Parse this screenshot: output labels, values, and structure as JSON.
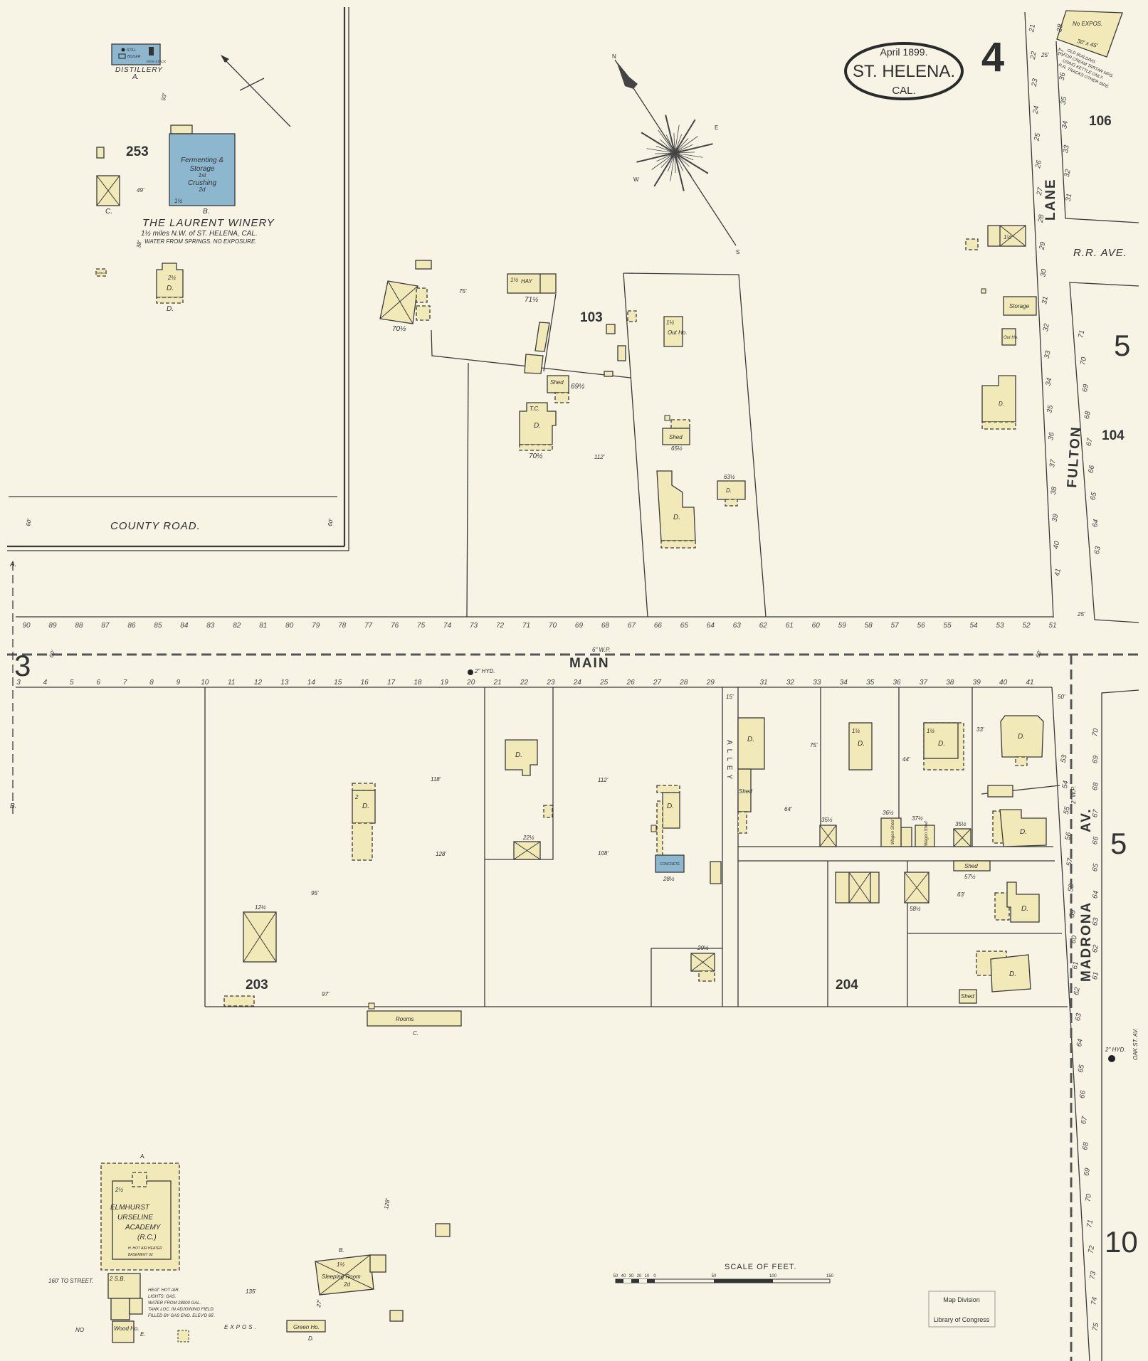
{
  "header": {
    "date": "April 1899.",
    "city": "ST. HELENA.",
    "state": "CAL.",
    "sheet_number": "4"
  },
  "colors": {
    "paper": "#f7f4e6",
    "frame_building": "#f2e9b8",
    "brick_stone_building": "#8db7cf",
    "ink": "#3a3a3a"
  },
  "inset": {
    "block": "253",
    "title": "THE LAURENT WINERY",
    "location": "1½ miles N.W. of ST. HELENA, CAL.",
    "note": "WATER FROM SPRINGS. NO EXPOSURE.",
    "road": "COUNTY ROAD.",
    "road_width": "60'",
    "distance_93": "93'",
    "distance_49": "49'",
    "distance_38": "38'",
    "distillery": {
      "label": "DISTILLERY",
      "letter": "A.",
      "still": "STILL",
      "boiler": "BOILER",
      "stack": "IRON STACK"
    },
    "main_building": {
      "letter": "B.",
      "lines": [
        "Fermenting &",
        "Storage",
        "1st",
        "Crushing",
        "2d"
      ],
      "stories": "1½"
    },
    "building_c": "C.",
    "building_d": {
      "letter": "D.",
      "use": "D.",
      "stories": "2½"
    },
    "shed": "SHED"
  },
  "compass": {
    "n": "N",
    "s": "S",
    "e": "E",
    "w": "W"
  },
  "streets": {
    "main": "MAIN",
    "main_pipe": "6\" W.P.",
    "lane": "LANE",
    "fulton": "FULTON",
    "rr_ave": "R.R. AVE.",
    "madrona": "MADRONA",
    "madrona_av": "AV.",
    "alley": "ALLEY",
    "oak": "OAK ST. AV.",
    "madrona_pipe": "2\" W.P.",
    "hydrant_main": "2\" HYD.",
    "hydrant_madrona": "2\" HYD.",
    "width_60": "60'",
    "width_25": "25'",
    "width_50": "50'",
    "alley_15": "15'"
  },
  "blocks": {
    "b103": "103",
    "b104": "104",
    "b106": "106",
    "b203": "203",
    "b204": "204"
  },
  "adjoining_sheets": {
    "left": "3",
    "right_upper": "5",
    "right_lower": "5",
    "bottom_right": "10"
  },
  "margin_letters": {
    "a": "A.",
    "b": "B."
  },
  "house_numbers": {
    "main_north": [
      "90",
      "89",
      "88",
      "87",
      "86",
      "85",
      "84",
      "83",
      "82",
      "81",
      "80",
      "79",
      "78",
      "77",
      "76",
      "75",
      "74",
      "73",
      "72",
      "71",
      "70",
      "69",
      "68",
      "67",
      "66",
      "65",
      "64",
      "63",
      "62",
      "61",
      "60",
      "59",
      "58",
      "57",
      "56",
      "55",
      "54",
      "53",
      "52",
      "51"
    ],
    "main_south": [
      "3",
      "4",
      "5",
      "6",
      "7",
      "8",
      "9",
      "10",
      "11",
      "12",
      "13",
      "14",
      "15",
      "16",
      "17",
      "18",
      "19",
      "20",
      "21",
      "22",
      "23",
      "24",
      "25",
      "26",
      "27",
      "28",
      "29",
      "31",
      "32",
      "33",
      "34",
      "35",
      "36",
      "37",
      "38",
      "39",
      "40",
      "41"
    ],
    "lane_fulton_west": [
      "21",
      "22",
      "23",
      "24",
      "25",
      "26",
      "27",
      "28",
      "29",
      "30",
      "31",
      "32",
      "33",
      "34",
      "35",
      "36",
      "37",
      "38",
      "39",
      "40",
      "41"
    ],
    "lane_east": [
      "38",
      "37",
      "36",
      "35",
      "34",
      "33",
      "32",
      "31"
    ],
    "fulton_east": [
      "71",
      "70",
      "69",
      "68",
      "67",
      "66",
      "65",
      "64",
      "63"
    ],
    "madrona_west": [
      "53",
      "54",
      "55",
      "56",
      "57",
      "58",
      "59",
      "60",
      "61",
      "62",
      "63",
      "64",
      "65",
      "66",
      "67",
      "68",
      "69",
      "70",
      "71",
      "72",
      "73",
      "74",
      "75"
    ],
    "madrona_east": [
      "70",
      "69",
      "68",
      "67",
      "66",
      "65",
      "64",
      "63",
      "62",
      "61"
    ]
  },
  "north_east": {
    "no_expos": "No EXPOS.",
    "size": "30' x 45'",
    "note": [
      "OLD BUILDING",
      "FOR CREAM TARTAR MFG.",
      "USING KETTLE ONLY.",
      "R.R. TRACKS OTHER SIDE."
    ],
    "lane_25": "25'"
  },
  "labels": {
    "hay": "HAY",
    "one_half": "1½",
    "two": "2",
    "d": "D.",
    "shed": "Shed",
    "out_ho": "Out Ho.",
    "storage": "Storage",
    "wagon_shed": "Wagon Shed",
    "concrete": "CONCRETE",
    "rooms": "Rooms",
    "rooms_letter": "C.",
    "tc": "T.C.",
    "n70h": "70½",
    "n71h": "71½",
    "n69h": "69½",
    "n70h_b": "70½",
    "n65h": "65½",
    "n63h": "63½",
    "n12h": "12½",
    "n22h": "22½",
    "n28h": "28½",
    "n29h": "29½",
    "n35h": "35½",
    "n36h": "36½",
    "n37h": "37½",
    "n35h_b": "35½",
    "n57h": "57½",
    "n58h": "58½",
    "d118": "118'",
    "d128": "128'",
    "d95": "95'",
    "d97": "97'",
    "d112": "112'",
    "d108": "108'",
    "d75": "75'",
    "d64": "64'",
    "d44": "44'",
    "d63": "63'",
    "d33": "33'"
  },
  "academy": {
    "name": [
      "ELMHURST",
      "URSELINE",
      "ACADEMY",
      "(R.C.)"
    ],
    "stories": "2½",
    "letter": "A.",
    "heater": "H. HOT AIR HEATER",
    "heater2": "BASEMENT 3d",
    "store": "2 S.B.",
    "notes": [
      "HEAT: HOT AIR.",
      "LIGHTS: GAS.",
      "WATER FROM 28000 GAL.",
      "TANK LOC. IN ADJOINING FIELD.",
      "FILLED BY GAS ENG. ELEV'D 65'."
    ],
    "to_street": "160' TO STREET.",
    "no": "NO",
    "expos": "EXPOS.",
    "distance": "135'",
    "distance2": "27'",
    "wood_ho": "Wood Ho.",
    "wood_letter": "E.",
    "sleeping": "Sleeping Room",
    "sleeping_floor": "2d",
    "sleeping_letter": "B.",
    "green_ho": "Green Ho.",
    "green_letter": "D.",
    "sleeping_stories": "1½"
  },
  "scale": {
    "title": "SCALE OF FEET.",
    "ticks": [
      "50",
      "40",
      "30",
      "20",
      "10",
      "0",
      "50",
      "100",
      "150"
    ]
  },
  "stamp": {
    "line1": "Map Division",
    "line2": "Library of Congress"
  }
}
